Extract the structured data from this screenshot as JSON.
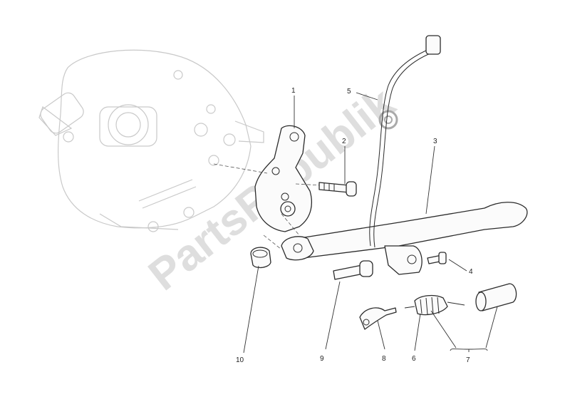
{
  "diagram": {
    "watermark": "PartsRepublik",
    "callouts": [
      {
        "id": "1",
        "text": "1"
      },
      {
        "id": "2",
        "text": "2"
      },
      {
        "id": "3",
        "text": "3"
      },
      {
        "id": "4",
        "text": "4"
      },
      {
        "id": "5",
        "text": "5"
      },
      {
        "id": "6",
        "text": "6"
      },
      {
        "id": "7",
        "text": "7"
      },
      {
        "id": "8",
        "text": "8"
      },
      {
        "id": "9",
        "text": "9"
      },
      {
        "id": "10",
        "text": "10"
      }
    ]
  }
}
